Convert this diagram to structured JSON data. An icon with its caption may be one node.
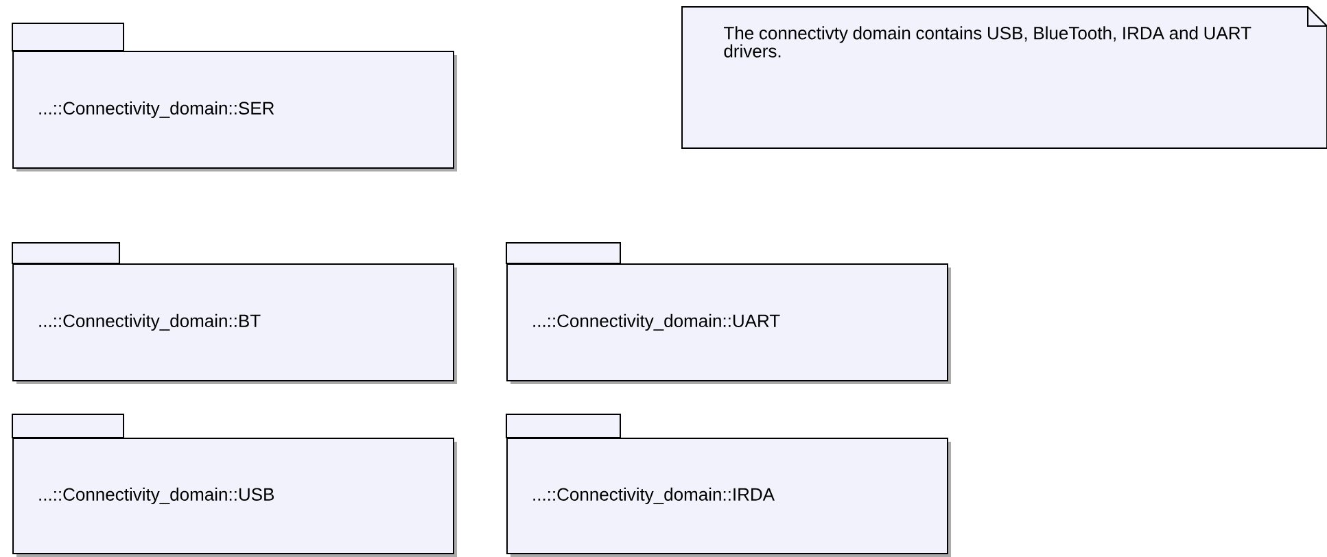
{
  "diagram": {
    "nodes": [
      {
        "text": [
          "...::Connectivity_domain::SER"
        ]
      },
      {
        "text": [
          "The connectivty domain contains USB, BlueTooth, IRDA and UART drivers."
        ]
      },
      {
        "text": [
          "...::Connectivity_domain::BT"
        ]
      },
      {
        "text": [
          "...::Connectivity_domain::UART"
        ]
      },
      {
        "text": [
          "...::Connectivity_domain::USB"
        ]
      },
      {
        "text": [
          "...::Connectivity_domain::IRDA"
        ]
      }
    ]
  }
}
